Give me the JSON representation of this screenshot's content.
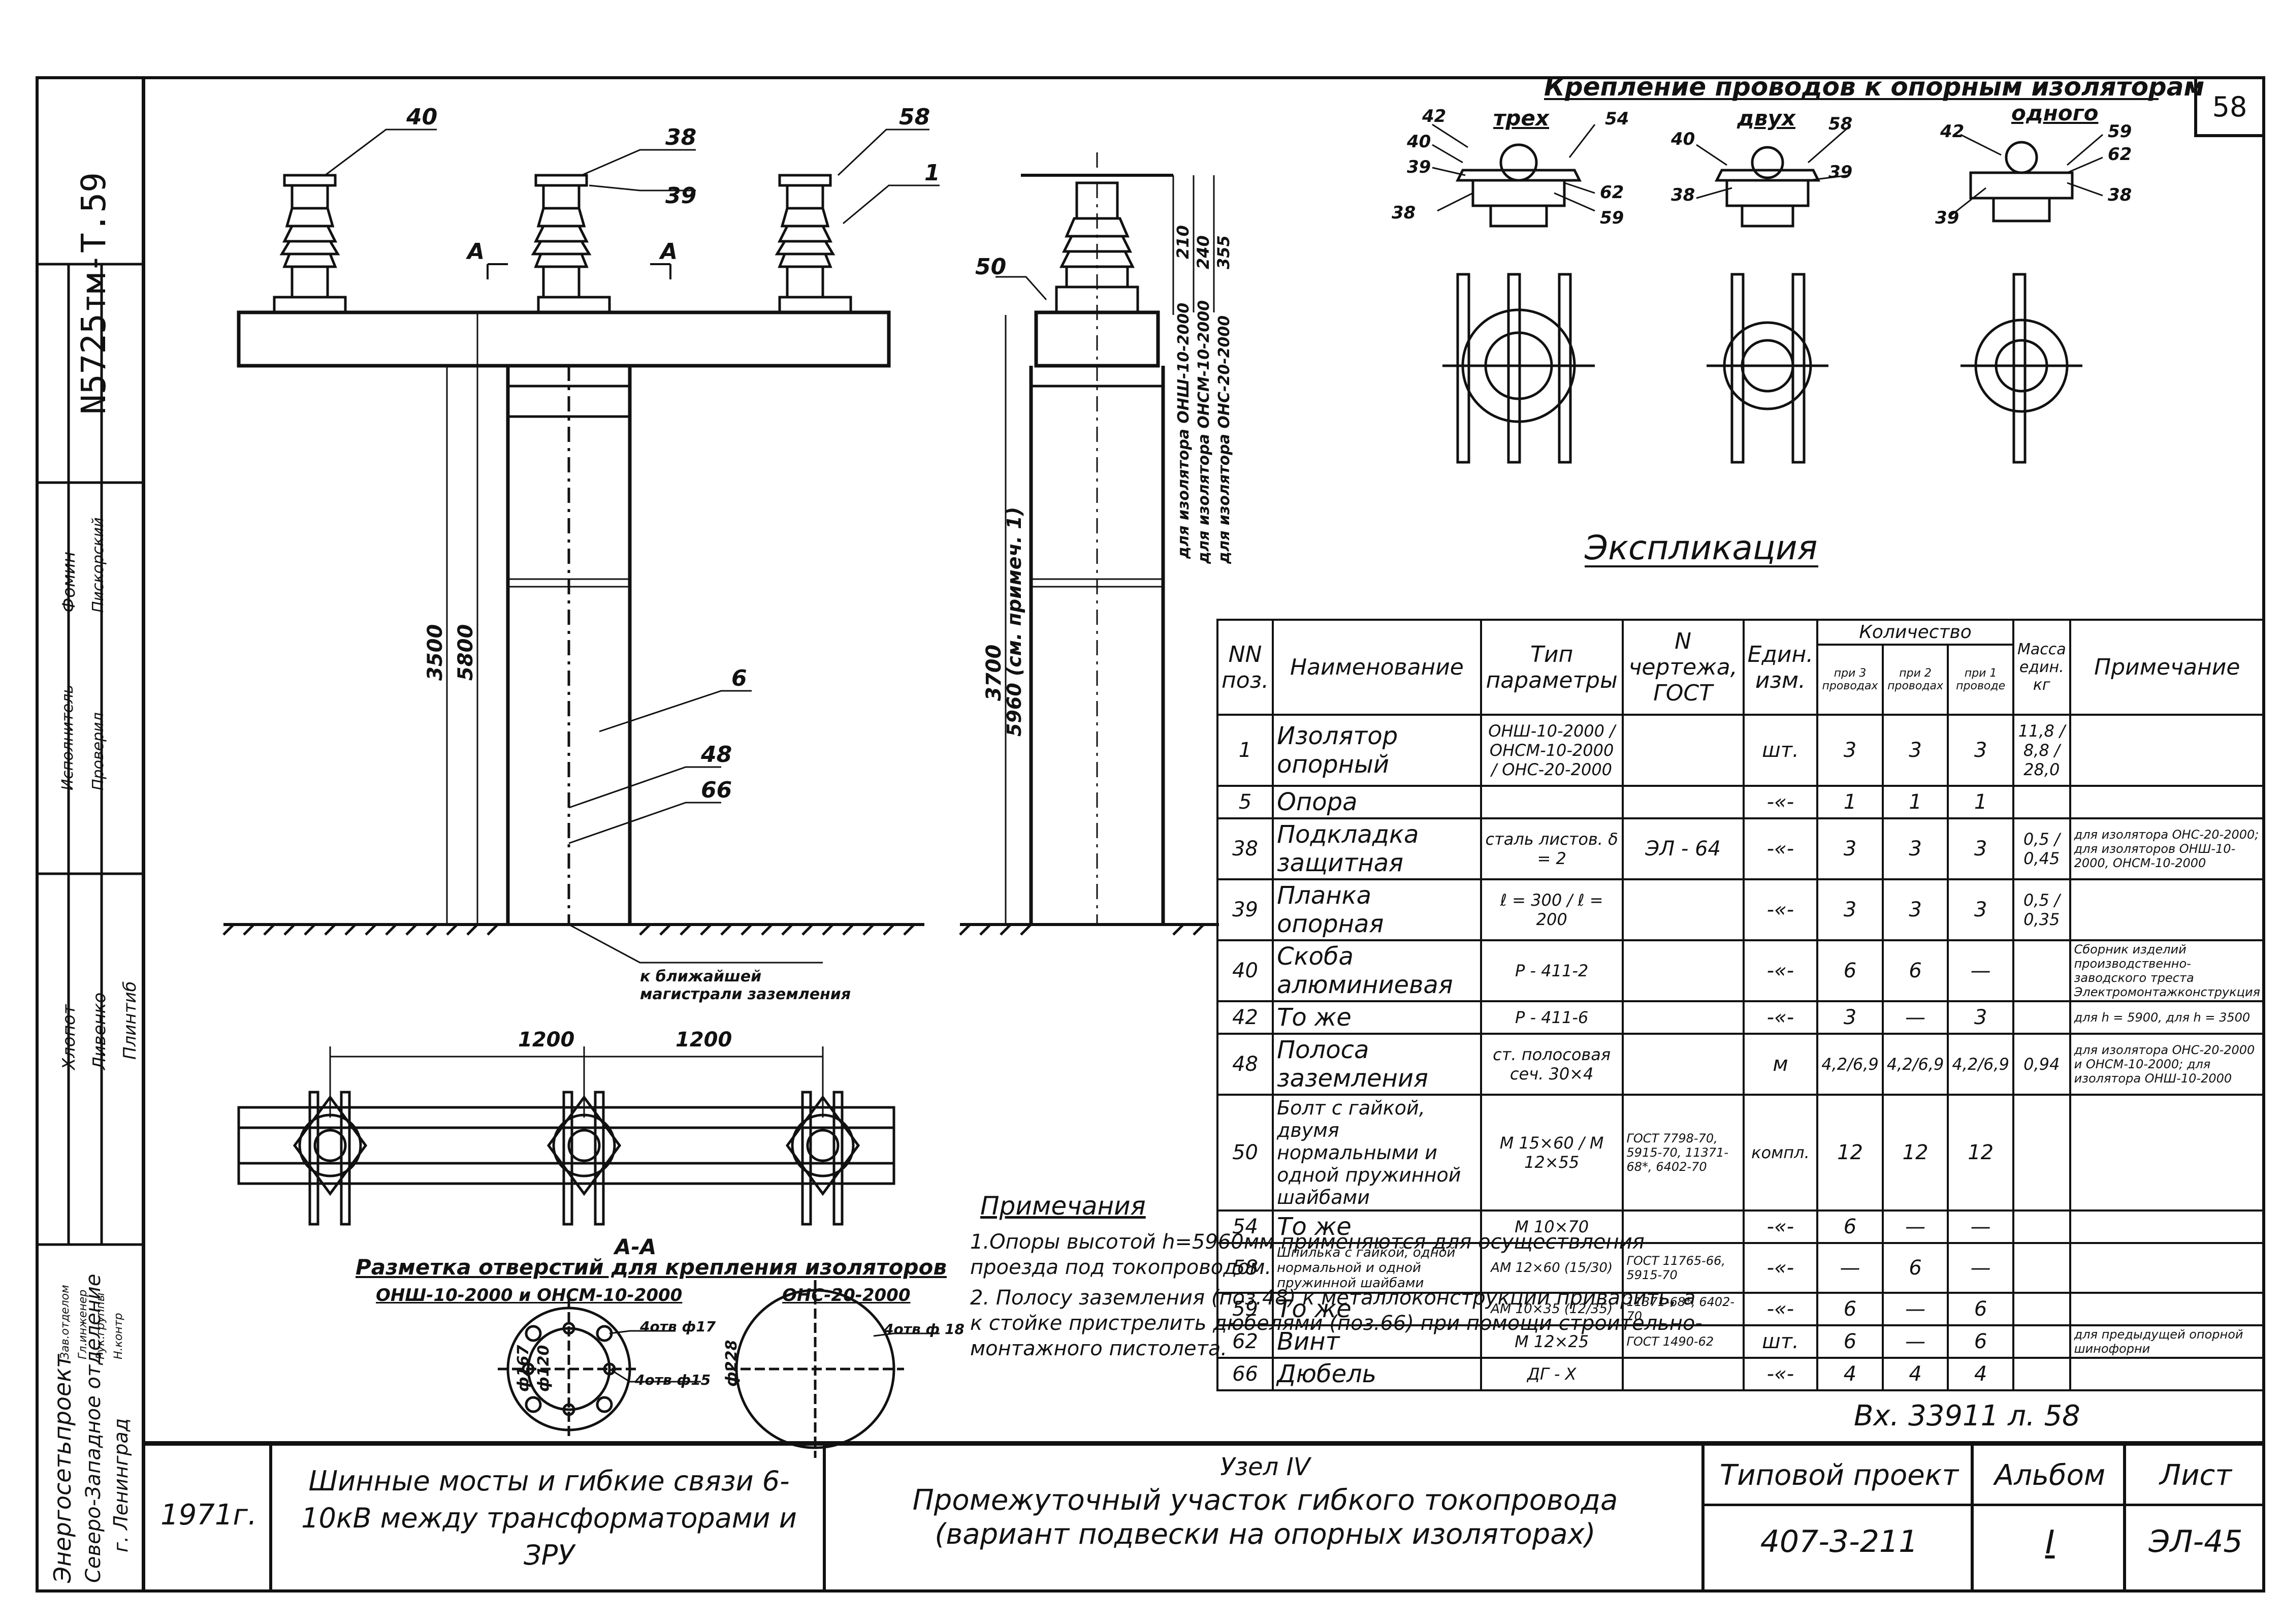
{
  "sheet_corner_number": "58",
  "archive_code": "N5725тм-Т.59",
  "inventory_stamp": "Вх. 33911 л. 58",
  "organization": {
    "name": "Энергосетьпроект",
    "branch": "Северо-Западное отделение",
    "city": "г. Ленинград"
  },
  "signatures": [
    {
      "role": "Зав.отделом",
      "name": ""
    },
    {
      "role": "Гл.инженер",
      "name": ""
    },
    {
      "role": "Рук.группы",
      "name": ""
    },
    {
      "role": "Н.контр",
      "name": ""
    },
    {
      "role": "Исполнитель",
      "name": "Фомин"
    },
    {
      "role": "Проверил",
      "name": "Пискорский"
    },
    {
      "role": "Хлопот",
      "name": "Ливенко"
    },
    {
      "role": "",
      "name": "Плинтиб"
    }
  ],
  "fastening_view": {
    "title": "Крепление проводов к опорным изоляторам",
    "subtitles": [
      "трех",
      "двух",
      "одного"
    ],
    "labels_three": [
      "42",
      "40",
      "39",
      "38",
      "54",
      "62",
      "59"
    ],
    "labels_two": [
      "40",
      "58",
      "38",
      "39"
    ],
    "labels_one": [
      "42",
      "59",
      "62",
      "39",
      "38"
    ]
  },
  "front_view": {
    "labels": [
      "40",
      "38",
      "39",
      "58",
      "1",
      "6",
      "48",
      "66"
    ],
    "section_mark": "А",
    "dims": [
      "3500",
      "5800"
    ],
    "ground_note": "к ближайшей магистрали заземления"
  },
  "side_view": {
    "labels": [
      "50"
    ],
    "dims": [
      "210",
      "240",
      "355",
      "3700",
      "5960 (см. примеч. 1)"
    ],
    "insulator_notes": [
      "для изолятора ОНШ-10-2000",
      "для изолятора ОНСМ-10-2000",
      "для изолятора ОНС-20-2000"
    ]
  },
  "plan_view": {
    "dims": [
      "1200",
      "1200"
    ]
  },
  "section_aa": {
    "mark": "А-А",
    "title": "Разметка отверстий для крепления изоляторов",
    "left_caption": "ОНШ-10-2000 и ОНСМ-10-2000",
    "right_caption": "ОНС-20-2000",
    "left_dims": [
      "ф167",
      "ф120"
    ],
    "left_holes": [
      "4отв ф17",
      "4отв ф15"
    ],
    "right_dims": [
      "ф228"
    ],
    "right_holes": [
      "4отв ф 18"
    ]
  },
  "explication": {
    "title": "Экспликация",
    "headers": {
      "pos": "NN поз.",
      "name": "Наименование",
      "type": "Тип параметры",
      "drawing": "N чертежа, ГОСТ",
      "unit": "Един. изм.",
      "qty": "Количество",
      "qty3": "при 3 проводах",
      "qty2": "при 2 проводах",
      "qty1": "при 1 проводе",
      "mass": "Масса един. кг",
      "note": "Примечание"
    },
    "rows": [
      {
        "pos": "1",
        "name": "Изолятор опорный",
        "type": "ОНШ-10-2000 / ОНСМ-10-2000 / ОНС-20-2000",
        "drawing": "",
        "unit": "шт.",
        "q3": "3",
        "q2": "3",
        "q1": "3",
        "mass": "11,8 / 8,8 / 28,0",
        "note": ""
      },
      {
        "pos": "5",
        "name": "Опора",
        "type": "",
        "drawing": "",
        "unit": "-«-",
        "q3": "1",
        "q2": "1",
        "q1": "1",
        "mass": "",
        "note": ""
      },
      {
        "pos": "38",
        "name": "Подкладка защитная",
        "type": "сталь листов. δ = 2",
        "drawing": "ЭЛ - 64",
        "unit": "-«-",
        "q3": "3",
        "q2": "3",
        "q1": "3",
        "mass": "0,5 / 0,45",
        "note": "для изолятора ОНС-20-2000; для изоляторов ОНШ-10-2000, ОНСМ-10-2000"
      },
      {
        "pos": "39",
        "name": "Планка опорная",
        "type": "ℓ = 300 / ℓ = 200",
        "drawing": "",
        "unit": "-«-",
        "q3": "3",
        "q2": "3",
        "q1": "3",
        "mass": "0,5 / 0,35",
        "note": ""
      },
      {
        "pos": "40",
        "name": "Скоба алюминиевая",
        "type": "Р - 411-2",
        "drawing": "",
        "unit": "-«-",
        "q3": "6",
        "q2": "6",
        "q1": "—",
        "mass": "",
        "note": "Сборник изделий производственно-заводского треста Электромонтажконструкция"
      },
      {
        "pos": "42",
        "name": "То же",
        "type": "Р - 411-6",
        "drawing": "",
        "unit": "-«-",
        "q3": "3",
        "q2": "—",
        "q1": "3",
        "mass": "",
        "note": "для h = 5900, для h = 3500"
      },
      {
        "pos": "48",
        "name": "Полоса заземления",
        "type": "ст. полосовая сеч. 30×4",
        "drawing": "",
        "unit": "м",
        "q3": "4,2/6,9",
        "q2": "4,2/6,9",
        "q1": "4,2/6,9",
        "mass": "0,94",
        "note": "для изолятора ОНС-20-2000 и ОНСМ-10-2000; для изолятора ОНШ-10-2000"
      },
      {
        "pos": "50",
        "name": "Болт с гайкой, двумя нормальными и одной пружинной шайбами",
        "type": "М 15×60 / М 12×55",
        "drawing": "ГОСТ 7798-70, 5915-70, 11371-68*, 6402-70",
        "unit": "компл.",
        "q3": "12",
        "q2": "12",
        "q1": "12",
        "mass": "",
        "note": ""
      },
      {
        "pos": "54",
        "name": "То же",
        "type": "М 10×70",
        "drawing": "",
        "unit": "-«-",
        "q3": "6",
        "q2": "—",
        "q1": "—",
        "mass": "",
        "note": ""
      },
      {
        "pos": "58",
        "name": "Шпилька с гайкой, одной нормальной и одной пружинной шайбами",
        "type": "АМ 12×60 (15/30)",
        "drawing": "ГОСТ 11765-66, 5915-70",
        "unit": "-«-",
        "q3": "—",
        "q2": "6",
        "q1": "—",
        "mass": "",
        "note": ""
      },
      {
        "pos": "59",
        "name": "То же",
        "type": "АМ 10×35 (12/35)",
        "drawing": "11371-68*, 6402-70",
        "unit": "-«-",
        "q3": "6",
        "q2": "—",
        "q1": "6",
        "mass": "",
        "note": ""
      },
      {
        "pos": "62",
        "name": "Винт",
        "type": "М 12×25",
        "drawing": "ГОСТ 1490-62",
        "unit": "шт.",
        "q3": "6",
        "q2": "—",
        "q1": "6",
        "mass": "",
        "note": "для предыдущей опорной шинофорни"
      },
      {
        "pos": "66",
        "name": "Дюбель",
        "type": "ДГ - Х",
        "drawing": "",
        "unit": "-«-",
        "q3": "4",
        "q2": "4",
        "q1": "4",
        "mass": "",
        "note": ""
      }
    ]
  },
  "notes": {
    "title": "Примечания",
    "items": [
      "1.Опоры высотой h=5960мм применяются для осуществления проезда под токопроводом.",
      "2. Полосу заземления (поз.48) к металлоконструкции приварить, а к стойке пристрелить дюбелями (поз.66) при помощи строительно-монтажного пистолета."
    ]
  },
  "title_block": {
    "year": "1971г.",
    "project_name": "Шинные мосты и гибкие связи 6-10кВ между трансформаторами и ЗРУ",
    "node": "Узел IV",
    "sheet_title": "Промежуточный участок гибкого токопровода (вариант подвески на опорных изоляторах)",
    "typical_project_label": "Типовой проект",
    "typical_project_value": "407-3-211",
    "album_label": "Альбом",
    "album_value": "I",
    "sheet_label": "Лист",
    "sheet_value": "ЭЛ-45"
  }
}
